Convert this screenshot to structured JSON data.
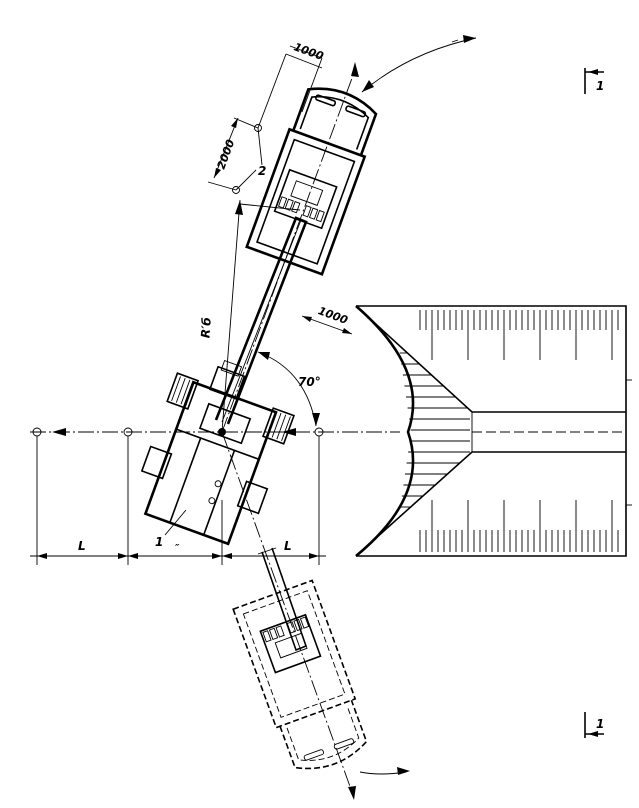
{
  "labels": {
    "dim_width_top": "1000",
    "dim_length": "2000",
    "dim_width_side": "1000",
    "radius": "R′б",
    "angle": "70°",
    "dim_L_left": "L",
    "dim_L_right": "L",
    "pos_1": "1",
    "pos_2": "2",
    "pos_mark": "″",
    "section_top": "1",
    "section_bottom": "1"
  },
  "colors": {
    "ink": "#000000",
    "paper": "#ffffff"
  }
}
